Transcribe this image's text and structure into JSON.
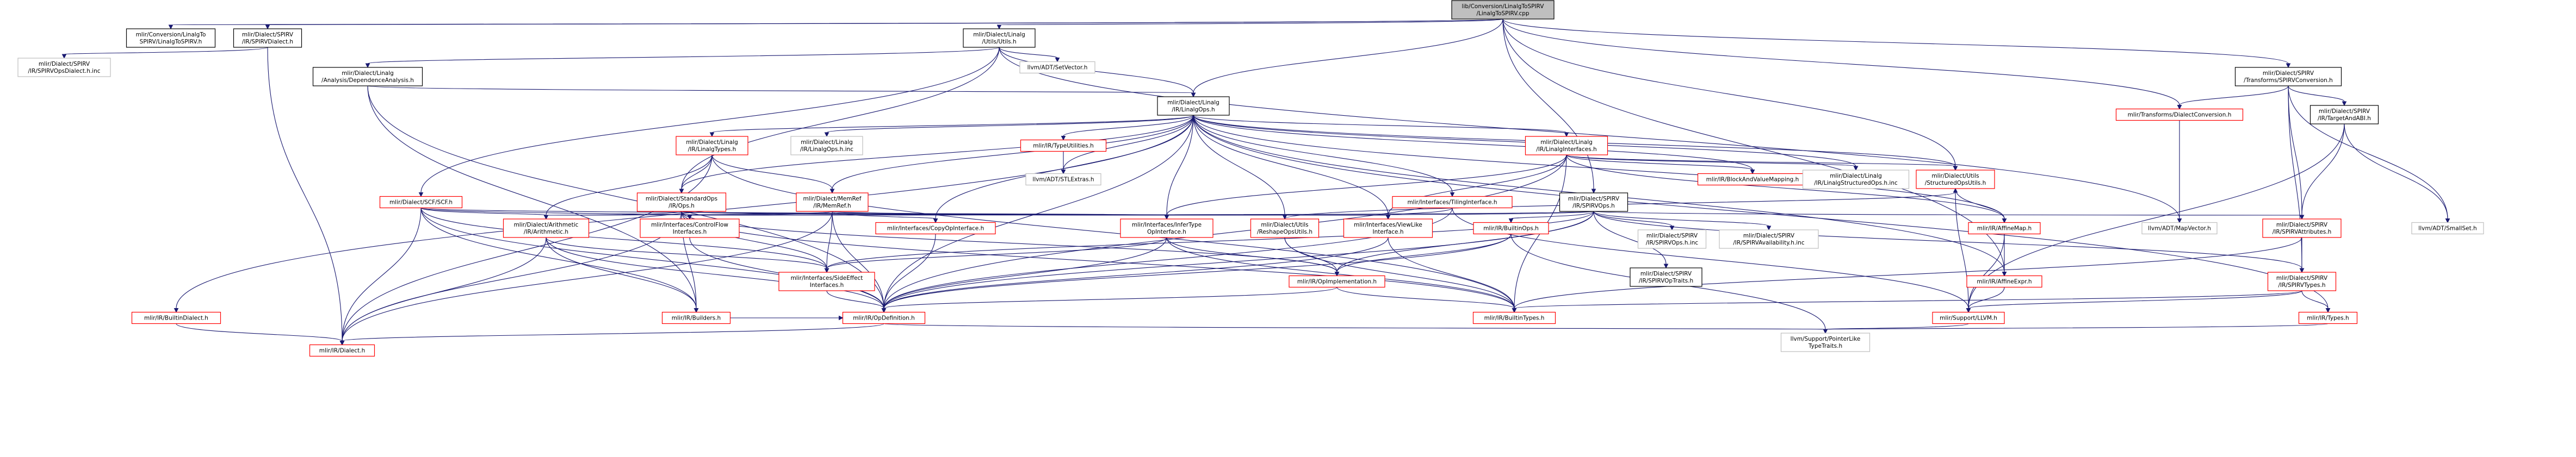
{
  "diagram": {
    "colors": {
      "root_fill": "#bfbfbf",
      "node_fill": "#ffffff",
      "normal_border": "#000000",
      "clickable_border": "#ff0000",
      "external_border": "#bfbfbf",
      "external_text": "#000000",
      "edge": "#191970"
    },
    "nodes": [
      {
        "id": "root",
        "lines": [
          "lib/Conversion/LinalgToSPIRV",
          "/LinalgToSPIRV.cpp"
        ],
        "style": "root"
      },
      {
        "id": "conv_h",
        "lines": [
          "mlir/Conversion/LinalgTo",
          "SPIRV/LinalgToSPIRV.h"
        ],
        "style": "normal"
      },
      {
        "id": "spirv_dialect",
        "lines": [
          "mlir/Dialect/SPIRV",
          "/IR/SPIRVDialect.h"
        ],
        "style": "normal"
      },
      {
        "id": "spirv_ops_dialect_inc",
        "lines": [
          "mlir/Dialect/SPIRV",
          "/IR/SPIRVOpsDialect.h.inc"
        ],
        "style": "external"
      },
      {
        "id": "linalg_utils",
        "lines": [
          "mlir/Dialect/Linalg",
          "/Utils/Utils.h"
        ],
        "style": "normal"
      },
      {
        "id": "dep_analysis",
        "lines": [
          "mlir/Dialect/Linalg",
          "/Analysis/DependenceAnalysis.h"
        ],
        "style": "normal"
      },
      {
        "id": "setvector",
        "lines": [
          "llvm/ADT/SetVector.h"
        ],
        "style": "external"
      },
      {
        "id": "linalg_ops",
        "lines": [
          "mlir/Dialect/Linalg",
          "/IR/LinalgOps.h"
        ],
        "style": "normal"
      },
      {
        "id": "spirv_conv",
        "lines": [
          "mlir/Dialect/SPIRV",
          "/Transforms/SPIRVConversion.h"
        ],
        "style": "normal"
      },
      {
        "id": "scf",
        "lines": [
          "mlir/Dialect/SCF/SCF.h"
        ],
        "style": "clickable"
      },
      {
        "id": "linalg_types",
        "lines": [
          "mlir/Dialect/Linalg",
          "/IR/LinalgTypes.h"
        ],
        "style": "clickable"
      },
      {
        "id": "linalg_ops_h_inc",
        "lines": [
          "mlir/Dialect/Linalg",
          "/IR/LinalgOps.h.inc"
        ],
        "style": "external"
      },
      {
        "id": "type_utils",
        "lines": [
          "mlir/IR/TypeUtilities.h"
        ],
        "style": "clickable"
      },
      {
        "id": "stlextras",
        "lines": [
          "llvm/ADT/STLExtras.h"
        ],
        "style": "external"
      },
      {
        "id": "linalg_interfaces",
        "lines": [
          "mlir/Dialect/Linalg",
          "/IR/LinalgInterfaces.h"
        ],
        "style": "clickable"
      },
      {
        "id": "dialect_conv",
        "lines": [
          "mlir/Transforms/DialectConversion.h"
        ],
        "style": "clickable"
      },
      {
        "id": "target_and_abi",
        "lines": [
          "mlir/Dialect/SPIRV",
          "/IR/TargetAndABI.h"
        ],
        "style": "normal"
      },
      {
        "id": "std_ops",
        "lines": [
          "mlir/Dialect/StandardOps",
          "/IR/Ops.h"
        ],
        "style": "clickable"
      },
      {
        "id": "memref",
        "lines": [
          "mlir/Dialect/MemRef",
          "/IR/MemRef.h"
        ],
        "style": "clickable"
      },
      {
        "id": "tiling_iface",
        "lines": [
          "mlir/Interfaces/TilingInterface.h"
        ],
        "style": "clickable"
      },
      {
        "id": "spirv_ops",
        "lines": [
          "mlir/Dialect/SPIRV",
          "/IR/SPIRVOps.h"
        ],
        "style": "normal"
      },
      {
        "id": "block_and_value",
        "lines": [
          "mlir/IR/BlockAndValueMapping.h"
        ],
        "style": "clickable"
      },
      {
        "id": "linalg_structured_inc",
        "lines": [
          "mlir/Dialect/Linalg",
          "/IR/LinalgStructuredOps.h.inc"
        ],
        "style": "external"
      },
      {
        "id": "structured_ops_utils",
        "lines": [
          "mlir/Dialect/Utils",
          "/StructuredOpsUtils.h"
        ],
        "style": "clickable"
      },
      {
        "id": "arith",
        "lines": [
          "mlir/Dialect/Arithmetic",
          "/IR/Arithmetic.h"
        ],
        "style": "clickable"
      },
      {
        "id": "control_flow",
        "lines": [
          "mlir/Interfaces/ControlFlow",
          "Interfaces.h"
        ],
        "style": "clickable"
      },
      {
        "id": "copy_op",
        "lines": [
          "mlir/Interfaces/CopyOpInterface.h"
        ],
        "style": "clickable"
      },
      {
        "id": "infer_type",
        "lines": [
          "mlir/Interfaces/InferType",
          "OpInterface.h"
        ],
        "style": "clickable"
      },
      {
        "id": "reshape_utils",
        "lines": [
          "mlir/Dialect/Utils",
          "/ReshapeOpsUtils.h"
        ],
        "style": "clickable"
      },
      {
        "id": "view_like",
        "lines": [
          "mlir/Interfaces/ViewLike",
          "Interface.h"
        ],
        "style": "clickable"
      },
      {
        "id": "builtin_ops",
        "lines": [
          "mlir/IR/BuiltinOps.h"
        ],
        "style": "clickable"
      },
      {
        "id": "spirv_ops_h_inc",
        "lines": [
          "mlir/Dialect/SPIRV",
          "/IR/SPIRVOps.h.inc"
        ],
        "style": "external"
      },
      {
        "id": "spirv_avail_inc",
        "lines": [
          "mlir/Dialect/SPIRV",
          "/IR/SPIRVAvailability.h.inc"
        ],
        "style": "external"
      },
      {
        "id": "spirv_op_traits",
        "lines": [
          "mlir/Dialect/SPIRV",
          "/IR/SPIRVOpTraits.h"
        ],
        "style": "normal"
      },
      {
        "id": "affine_map",
        "lines": [
          "mlir/IR/AffineMap.h"
        ],
        "style": "clickable"
      },
      {
        "id": "mapvector",
        "lines": [
          "llvm/ADT/MapVector.h"
        ],
        "style": "external"
      },
      {
        "id": "spirv_attrs",
        "lines": [
          "mlir/Dialect/SPIRV",
          "/IR/SPIRVAttributes.h"
        ],
        "style": "clickable"
      },
      {
        "id": "smallset",
        "lines": [
          "llvm/ADT/SmallSet.h"
        ],
        "style": "external"
      },
      {
        "id": "side_effect",
        "lines": [
          "mlir/Interfaces/SideEffect",
          "Interfaces.h"
        ],
        "style": "clickable"
      },
      {
        "id": "op_impl",
        "lines": [
          "mlir/IR/OpImplementation.h"
        ],
        "style": "clickable"
      },
      {
        "id": "affine_expr",
        "lines": [
          "mlir/IR/AffineExpr.h"
        ],
        "style": "clickable"
      },
      {
        "id": "spirv_types",
        "lines": [
          "mlir/Dialect/SPIRV",
          "/IR/SPIRVTypes.h"
        ],
        "style": "clickable"
      },
      {
        "id": "builtin_dialect",
        "lines": [
          "mlir/IR/BuiltinDialect.h"
        ],
        "style": "clickable"
      },
      {
        "id": "builders",
        "lines": [
          "mlir/IR/Builders.h"
        ],
        "style": "clickable"
      },
      {
        "id": "op_def",
        "lines": [
          "mlir/IR/OpDefinition.h"
        ],
        "style": "clickable"
      },
      {
        "id": "builtin_types",
        "lines": [
          "mlir/IR/BuiltinTypes.h"
        ],
        "style": "clickable"
      },
      {
        "id": "llvm_support",
        "lines": [
          "mlir/Support/LLVM.h"
        ],
        "style": "clickable"
      },
      {
        "id": "mlir_types",
        "lines": [
          "mlir/IR/Types.h"
        ],
        "style": "clickable"
      },
      {
        "id": "dialect",
        "lines": [
          "mlir/IR/Dialect.h"
        ],
        "style": "clickable"
      },
      {
        "id": "pointer_like",
        "lines": [
          "llvm/Support/PointerLike",
          "TypeTraits.h"
        ],
        "style": "external"
      }
    ],
    "edges": [
      [
        "root",
        "conv_h"
      ],
      [
        "root",
        "spirv_dialect"
      ],
      [
        "root",
        "linalg_utils"
      ],
      [
        "root",
        "linalg_ops"
      ],
      [
        "root",
        "spirv_ops"
      ],
      [
        "root",
        "spirv_conv"
      ],
      [
        "root",
        "dialect_conv"
      ],
      [
        "root",
        "structured_ops_utils"
      ],
      [
        "root",
        "affine_expr"
      ],
      [
        "spirv_dialect",
        "spirv_ops_dialect_inc"
      ],
      [
        "spirv_dialect",
        "dialect"
      ],
      [
        "linalg_utils",
        "dep_analysis"
      ],
      [
        "linalg_utils",
        "setvector"
      ],
      [
        "linalg_utils",
        "linalg_ops"
      ],
      [
        "linalg_utils",
        "scf"
      ],
      [
        "linalg_utils",
        "std_ops"
      ],
      [
        "linalg_utils",
        "mapvector"
      ],
      [
        "dep_analysis",
        "linalg_ops"
      ],
      [
        "dep_analysis",
        "builders"
      ],
      [
        "dep_analysis",
        "op_def"
      ],
      [
        "linalg_ops",
        "linalg_types"
      ],
      [
        "linalg_ops",
        "linalg_ops_h_inc"
      ],
      [
        "linalg_ops",
        "type_utils"
      ],
      [
        "linalg_ops",
        "stlextras"
      ],
      [
        "linalg_ops",
        "linalg_interfaces"
      ],
      [
        "linalg_ops",
        "std_ops"
      ],
      [
        "linalg_ops",
        "memref"
      ],
      [
        "linalg_ops",
        "tiling_iface"
      ],
      [
        "linalg_ops",
        "block_and_value"
      ],
      [
        "linalg_ops",
        "linalg_structured_inc"
      ],
      [
        "linalg_ops",
        "structured_ops_utils"
      ],
      [
        "linalg_ops",
        "copy_op"
      ],
      [
        "linalg_ops",
        "infer_type"
      ],
      [
        "linalg_ops",
        "reshape_utils"
      ],
      [
        "linalg_ops",
        "view_like"
      ],
      [
        "linalg_ops",
        "affine_map"
      ],
      [
        "linalg_ops",
        "builtin_dialect"
      ],
      [
        "linalg_ops",
        "op_def"
      ],
      [
        "linalg_ops",
        "mlir_types"
      ],
      [
        "linalg_ops",
        "affine_expr"
      ],
      [
        "spirv_conv",
        "dialect_conv"
      ],
      [
        "spirv_conv",
        "target_and_abi"
      ],
      [
        "spirv_conv",
        "spirv_attrs"
      ],
      [
        "spirv_conv",
        "spirv_types"
      ],
      [
        "spirv_conv",
        "smallset"
      ],
      [
        "scf",
        "arith"
      ],
      [
        "scf",
        "control_flow"
      ],
      [
        "scf",
        "builders"
      ],
      [
        "scf",
        "op_def"
      ],
      [
        "scf",
        "side_effect"
      ],
      [
        "scf",
        "dialect"
      ],
      [
        "scf",
        "infer_type"
      ],
      [
        "linalg_types",
        "std_ops"
      ],
      [
        "linalg_types",
        "memref"
      ],
      [
        "linalg_types",
        "arith"
      ],
      [
        "linalg_types",
        "dialect"
      ],
      [
        "linalg_types",
        "builtin_types"
      ],
      [
        "type_utils",
        "stlextras"
      ],
      [
        "linalg_interfaces",
        "block_and_value"
      ],
      [
        "linalg_interfaces",
        "linalg_structured_inc"
      ],
      [
        "linalg_interfaces",
        "structured_ops_utils"
      ],
      [
        "linalg_interfaces",
        "affine_map"
      ],
      [
        "linalg_interfaces",
        "infer_type"
      ],
      [
        "linalg_interfaces",
        "view_like"
      ],
      [
        "linalg_interfaces",
        "op_def"
      ],
      [
        "linalg_interfaces",
        "builtin_types"
      ],
      [
        "dialect_conv",
        "mapvector"
      ],
      [
        "target_and_abi",
        "spirv_attrs"
      ],
      [
        "target_and_abi",
        "smallset"
      ],
      [
        "target_and_abi",
        "llvm_support"
      ],
      [
        "std_ops",
        "arith"
      ],
      [
        "std_ops",
        "control_flow"
      ],
      [
        "std_ops",
        "builders"
      ],
      [
        "std_ops",
        "side_effect"
      ],
      [
        "std_ops",
        "op_impl"
      ],
      [
        "std_ops",
        "builtin_types"
      ],
      [
        "std_ops",
        "dialect"
      ],
      [
        "std_ops",
        "view_like"
      ],
      [
        "std_ops",
        "infer_type"
      ],
      [
        "memref",
        "arith"
      ],
      [
        "memref",
        "control_flow"
      ],
      [
        "memref",
        "copy_op"
      ],
      [
        "memref",
        "infer_type"
      ],
      [
        "memref",
        "view_like"
      ],
      [
        "memref",
        "side_effect"
      ],
      [
        "memref",
        "dialect"
      ],
      [
        "memref",
        "op_def"
      ],
      [
        "tiling_iface",
        "view_like"
      ],
      [
        "tiling_iface",
        "op_def"
      ],
      [
        "tiling_iface",
        "llvm_support"
      ],
      [
        "spirv_ops",
        "spirv_ops_h_inc"
      ],
      [
        "spirv_ops",
        "spirv_avail_inc"
      ],
      [
        "spirv_ops",
        "spirv_op_traits"
      ],
      [
        "spirv_ops",
        "builtin_ops"
      ],
      [
        "spirv_ops",
        "control_flow"
      ],
      [
        "spirv_ops",
        "infer_type"
      ],
      [
        "spirv_ops",
        "side_effect"
      ],
      [
        "spirv_ops",
        "op_impl"
      ],
      [
        "spirv_ops",
        "spirv_types"
      ],
      [
        "spirv_ops",
        "spirv_attrs"
      ],
      [
        "spirv_ops",
        "op_def"
      ],
      [
        "structured_ops_utils",
        "affine_map"
      ],
      [
        "structured_ops_utils",
        "llvm_support"
      ],
      [
        "arith",
        "builders"
      ],
      [
        "arith",
        "side_effect"
      ],
      [
        "arith",
        "op_def"
      ],
      [
        "arith",
        "dialect"
      ],
      [
        "control_flow",
        "op_def"
      ],
      [
        "copy_op",
        "op_def"
      ],
      [
        "infer_type",
        "builtin_types"
      ],
      [
        "infer_type",
        "op_def"
      ],
      [
        "infer_type",
        "op_impl"
      ],
      [
        "infer_type",
        "side_effect"
      ],
      [
        "reshape_utils",
        "builtin_types"
      ],
      [
        "reshape_utils",
        "op_impl"
      ],
      [
        "reshape_utils",
        "structured_ops_utils"
      ],
      [
        "view_like",
        "builtin_types"
      ],
      [
        "view_like",
        "op_def"
      ],
      [
        "builtin_ops",
        "op_def"
      ],
      [
        "builtin_ops",
        "op_impl"
      ],
      [
        "builtin_ops",
        "pointer_like"
      ],
      [
        "affine_map",
        "affine_expr"
      ],
      [
        "affine_map",
        "llvm_support"
      ],
      [
        "spirv_attrs",
        "spirv_types"
      ],
      [
        "spirv_attrs",
        "builtin_types"
      ],
      [
        "side_effect",
        "op_def"
      ],
      [
        "op_impl",
        "op_def"
      ],
      [
        "op_impl",
        "builtin_types"
      ],
      [
        "affine_expr",
        "llvm_support"
      ],
      [
        "spirv_types",
        "mlir_types"
      ],
      [
        "spirv_types",
        "builtin_types"
      ],
      [
        "spirv_types",
        "llvm_support"
      ],
      [
        "builtin_dialect",
        "dialect"
      ],
      [
        "builders",
        "op_def"
      ],
      [
        "op_def",
        "dialect"
      ],
      [
        "op_def",
        "pointer_like"
      ],
      [
        "mlir_types",
        "pointer_like"
      ],
      [
        "llvm_support",
        "pointer_like"
      ]
    ]
  }
}
